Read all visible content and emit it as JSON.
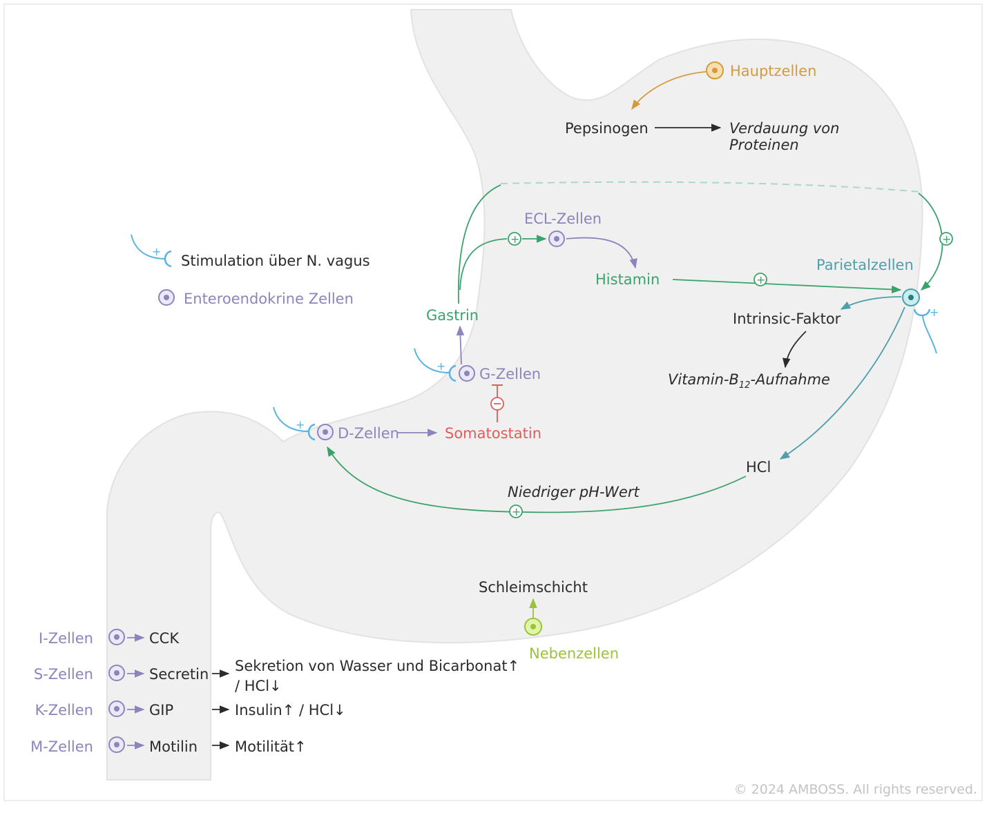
{
  "colors": {
    "stomach_fill": "#f0f0f0",
    "stomach_stroke": "#e2e2e2",
    "green": "#3aa36b",
    "purple": "#8b84bd",
    "teal": "#4f9eab",
    "red": "#e25c5c",
    "orange": "#d49a3d",
    "lime": "#9cc23a",
    "vagus_blue": "#5ab3e0"
  },
  "legend": {
    "vagus_label": "Stimulation über N. vagus",
    "enteroendocrine_label": "Enteroendokrine Zellen",
    "plus": "+"
  },
  "cells": {
    "hauptzellen": "Hauptzellen",
    "ecl": "ECL-Zellen",
    "parietal": "Parietalzellen",
    "g": "G-Zellen",
    "d": "D-Zellen",
    "neben": "Nebenzellen"
  },
  "substances": {
    "pepsinogen": "Pepsinogen",
    "histamin": "Histamin",
    "gastrin": "Gastrin",
    "somatostatin": "Somatostatin",
    "intrinsic": "Intrinsic-Faktor",
    "hcl": "HCl",
    "schleim": "Schleimschicht"
  },
  "effects": {
    "verdauung_line1": "Verdauung von",
    "verdauung_line2": "Proteinen",
    "vitb12_pre": "Vitamin-B",
    "vitb12_sub": "12",
    "vitb12_post": "-Aufnahme",
    "low_ph": "Niedriger pH-Wert"
  },
  "intestinal": [
    {
      "cell": "I-Zellen",
      "hormone": "CCK",
      "effect": ""
    },
    {
      "cell": "S-Zellen",
      "hormone": "Secretin",
      "effect": "Sekretion von Wasser und Bicarbonat↑",
      "effect2": "/ HCl↓"
    },
    {
      "cell": "K-Zellen",
      "hormone": "GIP",
      "effect": "Insulin↑ / HCl↓"
    },
    {
      "cell": "M-Zellen",
      "hormone": "Motilin",
      "effect": "Motilität↑"
    }
  ],
  "copyright": "© 2024 AMBOSS. All rights reserved."
}
